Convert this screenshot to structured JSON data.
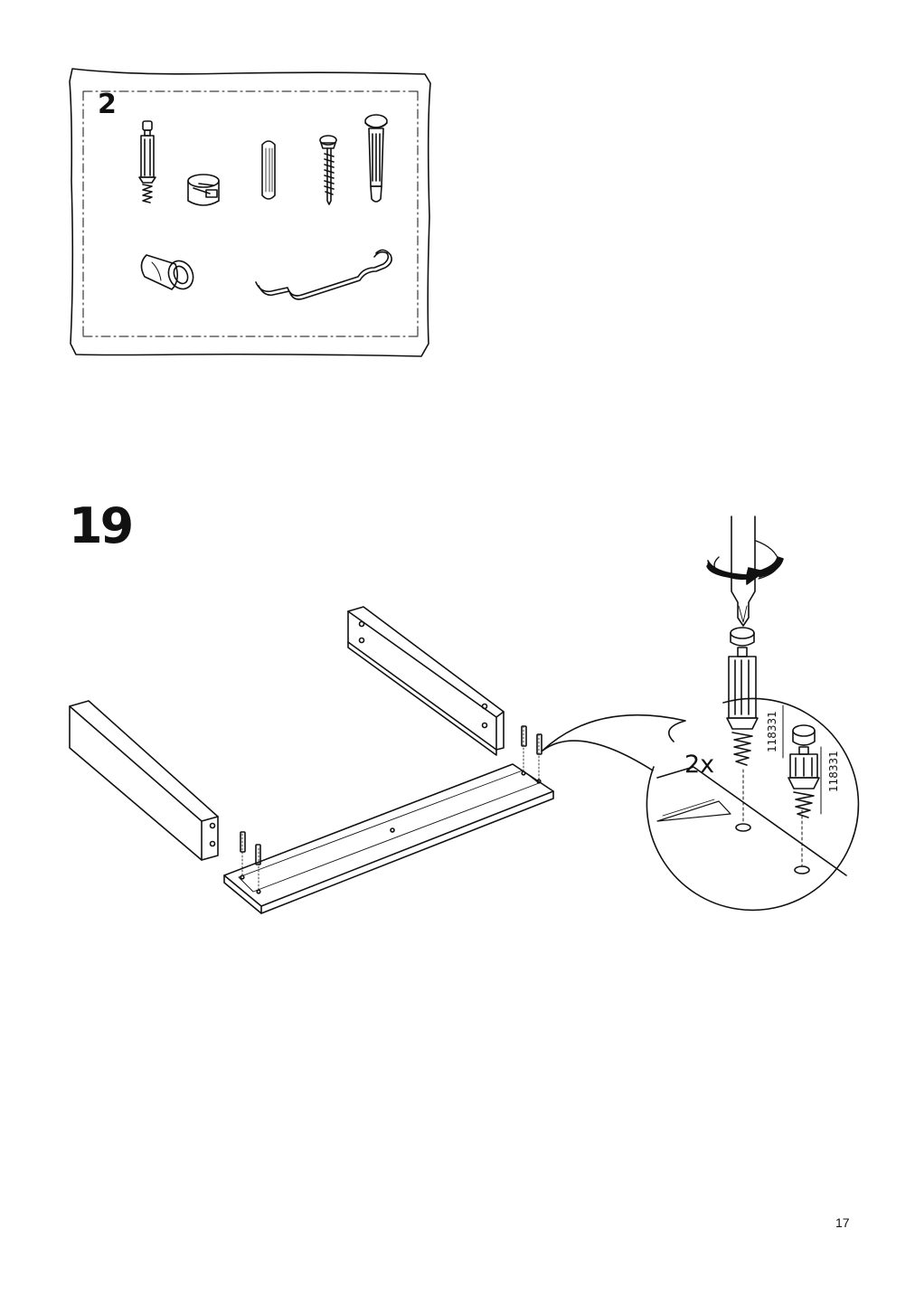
{
  "hardware_bag": {
    "number": "2",
    "items": [
      "cam-bolt-icon",
      "cam-lock-icon",
      "wooden-dowel-icon",
      "wood-screw-icon",
      "wall-plug-icon",
      "sleeve-icon",
      "wire-hook-icon"
    ]
  },
  "step": {
    "number": "19",
    "quantity_label": "2x",
    "part_number_1": "118331",
    "part_number_2": "118331"
  },
  "footer": {
    "page_number": "17"
  }
}
